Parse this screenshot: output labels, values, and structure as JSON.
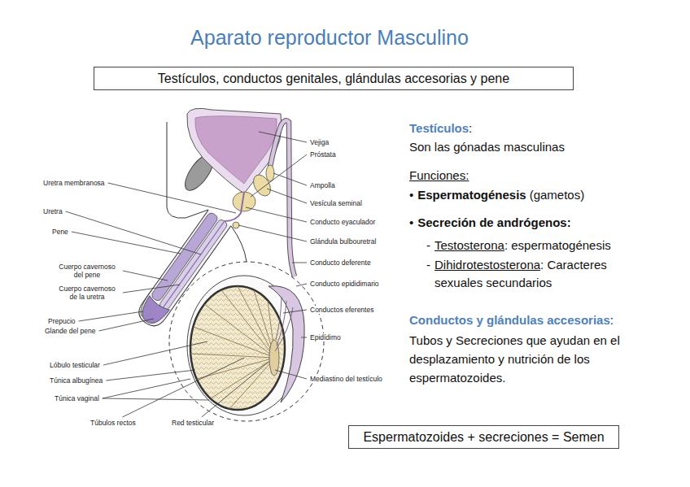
{
  "diagram": {
    "title": "Aparato reproductor Masculino",
    "nodes": [
      {
        "text": [
          "Testículos, conductos genitales, glándulas accesorias y pene"
        ]
      },
      {
        "text": [
          "Espermatozoides + secreciones = Semen"
        ]
      }
    ],
    "labels": [
      "Vejiga",
      "Próstata",
      "Ampolla",
      "Vesícula seminal",
      "Conducto eyaculador",
      "Glándula bulbouretral",
      "Conducto deferente",
      "Conducto epididimario",
      "Conductos eferentes",
      "Epidídimo",
      "Mediastino del testículo",
      "Uretra membranosa",
      "Uretra",
      "Pene",
      "Cuerpo cavernoso del pene",
      "Cuerpo cavernoso de la uretra",
      "Prepucio",
      "Glande del pene",
      "Lóbulo testicular",
      "Túnica albugínea",
      "Túnica vaginal",
      "Túbulos rectos",
      "Red testicular",
      "Testículos",
      ":",
      "Son las gónadas masculinas",
      "Funciones:",
      "•",
      "Espermatogénesis",
      "(gametos)",
      "•",
      "Secreción de andrógenos:",
      "-",
      "Testosterona",
      ": espermatogénesis",
      "-",
      "Dihidrotestosterona",
      ": Caracteres sexuales secundarios",
      "Conductos y glándulas accesorias",
      ":",
      "Tubos y Secreciones que ayudan en el desplazamiento y nutrición de los espermatozoides."
    ]
  }
}
